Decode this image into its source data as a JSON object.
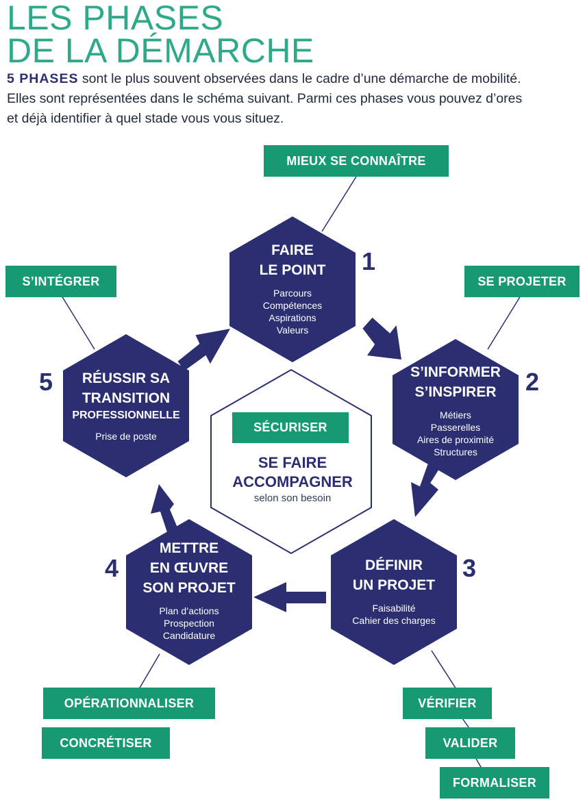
{
  "header": {
    "title_line1": "LES PHASES",
    "title_line2": "DE LA DÉMARCHE",
    "intro_lead": "5 PHASES",
    "intro_line1_rest": " sont le plus souvent observées dans le cadre d’une démarche de mobilité.",
    "intro_line2": "Elles sont représentées dans le schéma suivant. Parmi ces phases vous pouvez d’ores",
    "intro_line3": "et déjà identifier à quel stade vous vous situez."
  },
  "colors": {
    "title_green": "#2ea989",
    "tag_green": "#179a74",
    "hex_navy": "#2b2e70"
  },
  "phases": [
    {
      "number": "1",
      "title_lines": [
        "FAIRE",
        "LE POINT"
      ],
      "details": [
        "Parcours",
        "Compétences",
        "Aspirations",
        "Valeurs"
      ]
    },
    {
      "number": "2",
      "title_lines": [
        "S’INFORMER",
        "S’INSPIRER"
      ],
      "details": [
        "Métiers",
        "Passerelles",
        "Aires de proximité",
        "Structures"
      ]
    },
    {
      "number": "3",
      "title_lines": [
        "DÉFINIR",
        "UN PROJET"
      ],
      "details": [
        "Faisabilité",
        "Cahier des charges"
      ]
    },
    {
      "number": "4",
      "title_lines": [
        "METTRE",
        "EN ŒUVRE",
        "SON PROJET"
      ],
      "details": [
        "Plan d’actions",
        "Prospection",
        "Candidature"
      ]
    },
    {
      "number": "5",
      "title_lines": [
        "RÉUSSIR SA",
        "TRANSITION"
      ],
      "subtitle": "PROFESSIONNELLE",
      "details": [
        "Prise de poste"
      ]
    }
  ],
  "tags": {
    "mieux_se_connaitre": "MIEUX SE CONNAÎTRE",
    "s_integrer": "S’INTÉGRER",
    "se_projeter": "SE PROJETER",
    "operationnaliser": "OPÉRATIONNALISER",
    "concretiser": "CONCRÉTISER",
    "verifier": "VÉRIFIER",
    "valider": "VALIDER",
    "formaliser": "FORMALISER",
    "securiser": "SÉCURISER"
  },
  "center": {
    "title_line1": "SE FAIRE",
    "title_line2": "ACCOMPAGNER",
    "subtitle": "selon son besoin"
  }
}
